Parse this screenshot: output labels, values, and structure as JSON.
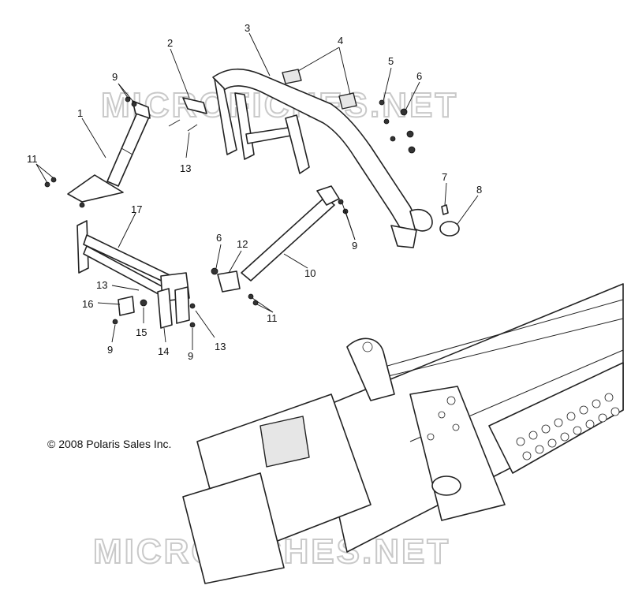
{
  "watermark": "MICROFICHES.NET",
  "copyright": "© 2008 Polaris Sales Inc.",
  "callouts": [
    {
      "id": "c1",
      "text": "1"
    },
    {
      "id": "c2",
      "text": "2"
    },
    {
      "id": "c3",
      "text": "3"
    },
    {
      "id": "c4",
      "text": "4"
    },
    {
      "id": "c5",
      "text": "5"
    },
    {
      "id": "c6a",
      "text": "6"
    },
    {
      "id": "c6b",
      "text": "6"
    },
    {
      "id": "c7",
      "text": "7"
    },
    {
      "id": "c8",
      "text": "8"
    },
    {
      "id": "c9a",
      "text": "9"
    },
    {
      "id": "c9b",
      "text": "9"
    },
    {
      "id": "c9c",
      "text": "9"
    },
    {
      "id": "c9d",
      "text": "9"
    },
    {
      "id": "c10",
      "text": "10"
    },
    {
      "id": "c11a",
      "text": "11"
    },
    {
      "id": "c11b",
      "text": "11"
    },
    {
      "id": "c12",
      "text": "12"
    },
    {
      "id": "c13a",
      "text": "13"
    },
    {
      "id": "c13b",
      "text": "13"
    },
    {
      "id": "c13c",
      "text": "13"
    },
    {
      "id": "c14",
      "text": "14"
    },
    {
      "id": "c15",
      "text": "15"
    },
    {
      "id": "c16",
      "text": "16"
    },
    {
      "id": "c17",
      "text": "17"
    }
  ]
}
